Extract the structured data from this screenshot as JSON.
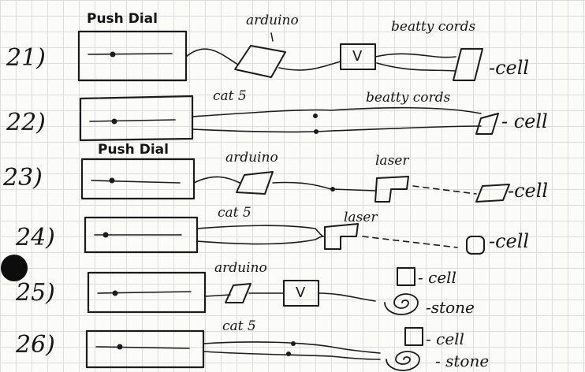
{
  "rows": [
    {
      "number": "21)",
      "header": "Push Dial",
      "link_label": "arduino",
      "cable_label": "beatty cords",
      "relay": "V",
      "endpoint": "-cell"
    },
    {
      "number": "22)",
      "cable_label": "cat 5",
      "cable_label_2": "beatty cords",
      "endpoint": "- cell"
    },
    {
      "number": "23)",
      "header": "Push Dial",
      "link_label": "arduino",
      "device_label": "laser",
      "endpoint": "-cell"
    },
    {
      "number": "24)",
      "cable_label": "cat 5",
      "device_label": "laser",
      "endpoint": "-cell"
    },
    {
      "number": "25)",
      "link_label": "arduino",
      "relay": "V",
      "endpoint": "- cell",
      "endpoint_2": "-stone"
    },
    {
      "number": "26)",
      "cable_label": "cat 5",
      "endpoint": "- cell",
      "endpoint_2": "- stone"
    }
  ]
}
